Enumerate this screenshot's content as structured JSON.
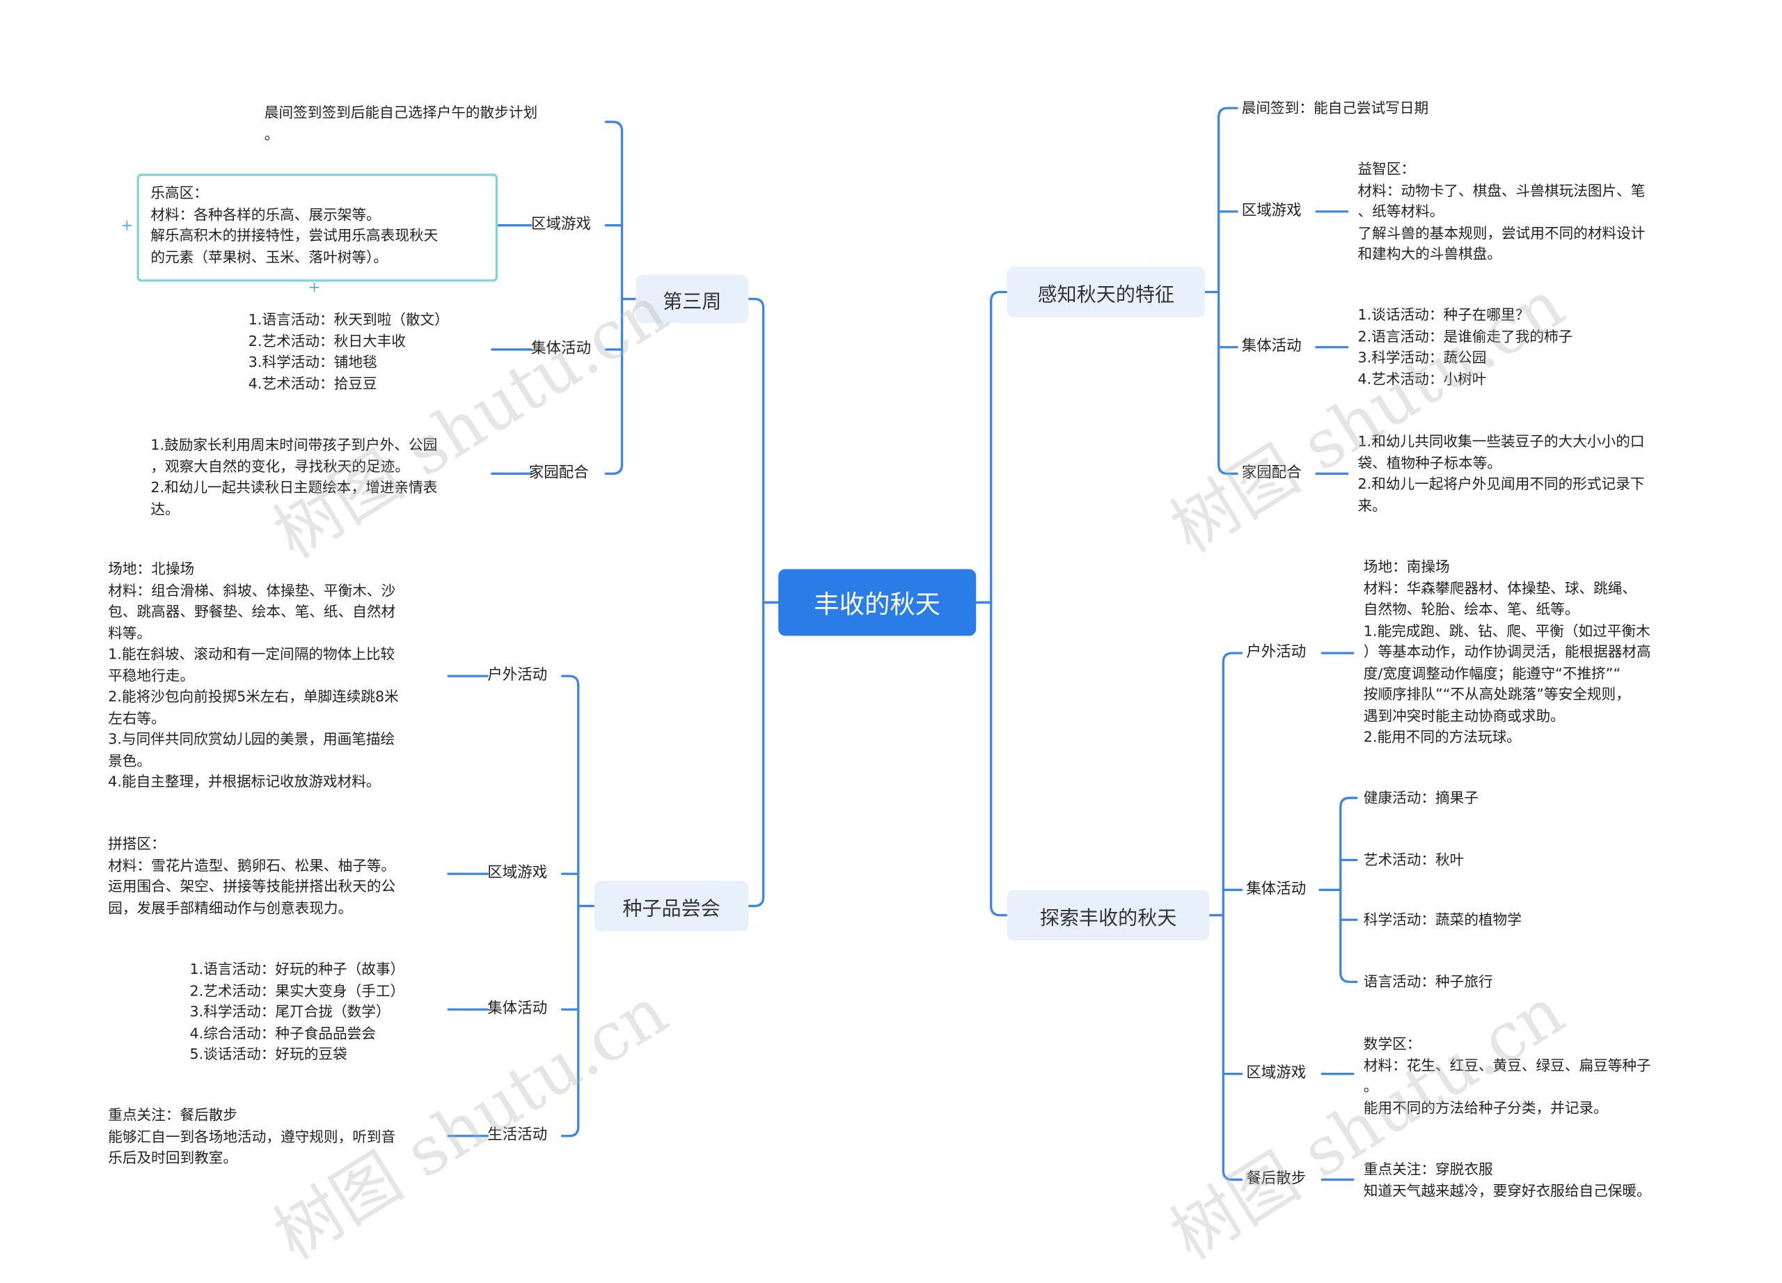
{
  "root": "丰收的秋天",
  "watermark": "树图 shutu.cn",
  "left": {
    "week3": {
      "title": "第三周",
      "items": [
        {
          "label": "",
          "text": "晨间签到签到后能自己选择户午的散步计划\n。"
        },
        {
          "label": "区域游戏",
          "text": "乐高区：\n材料：各种各样的乐高、展示架等。\n解乐高积木的拼接特性，尝试用乐高表现秋天\n的元素（苹果树、玉米、落叶树等）。"
        },
        {
          "label": "集体活动",
          "text": "1.语言活动：秋天到啦（散文）\n2.艺术活动：秋日大丰收\n3.科学活动：铺地毯\n4.艺术活动：拾豆豆"
        },
        {
          "label": "家园配合",
          "text": "1.鼓励家长利用周末时间带孩子到户外、公园\n，观察大自然的变化，寻找秋天的足迹。\n2.和幼儿一起共读秋日主题绘本，增进亲情表\n达。"
        }
      ]
    },
    "seeds": {
      "title": "种子品尝会",
      "items": [
        {
          "label": "户外活动",
          "text": "场地：北操场\n材料：组合滑梯、斜坡、体操垫、平衡木、沙\n包、跳高器、野餐垫、绘本、笔、纸、自然材\n料等。\n1.能在斜坡、滚动和有一定间隔的物体上比较\n平稳地行走。\n2.能将沙包向前投掷5米左右，单脚连续跳8米\n左右等。\n3.与同伴共同欣赏幼儿园的美景，用画笔描绘\n景色。\n4.能自主整理，并根据标记收放游戏材料。"
        },
        {
          "label": "区域游戏",
          "text": "拼搭区：\n材料：雪花片造型、鹅卵石、松果、柚子等。\n运用围合、架空、拼接等技能拼搭出秋天的公\n园，发展手部精细动作与创意表现力。"
        },
        {
          "label": "集体活动",
          "text": "1.语言活动：好玩的种子（故事）\n2.艺术活动：果实大变身（手工）\n3.科学活动：尾丌合拢（数学）\n4.综合活动：种子食品品尝会\n5.谈话活动：好玩的豆袋"
        },
        {
          "label": "生活活动",
          "text": "重点关注：餐后散步\n能够汇自一到各场地活动，遵守规则，听到音\n乐后及时回到教室。"
        }
      ]
    }
  },
  "right": {
    "features": {
      "title": "感知秋天的特征",
      "items": [
        {
          "label": "",
          "text": "晨间签到：能自己尝试写日期"
        },
        {
          "label": "区域游戏",
          "text": "益智区：\n材料：动物卡了、棋盘、斗兽棋玩法图片、笔\n、纸等材料。\n了解斗兽的基本规则，尝试用不同的材料设计\n和建构大的斗兽棋盘。"
        },
        {
          "label": "集体活动",
          "text": "1.谈话活动：种子在哪里？\n2.语言活动：是谁偷走了我的柿子\n3.科学活动：蔬公园\n4.艺术活动：小树叶"
        },
        {
          "label": "家园配合",
          "text": "1.和幼儿共同收集一些装豆子的大大小小的口\n袋、植物种子标本等。\n2.和幼儿一起将户外见闻用不同的形式记录下\n来。"
        }
      ]
    },
    "explore": {
      "title": "探索丰收的秋天",
      "items": [
        {
          "label": "户外活动",
          "text": "场地：南操场\n材料：华森攀爬器材、体操垫、球、跳绳、\n自然物、轮胎、绘本、笔、纸等。\n1.能完成跑、跳、钻、爬、平衡（如过平衡木\n）等基本动作，动作协调灵活，能根据器材高\n度/宽度调整动作幅度；能遵守“不推挤”“\n按顺序排队”“不从高处跳落”等安全规则，\n遇到冲突时能主动协商或求助。\n2.能用不同的方法玩球。"
        },
        {
          "label": "集体活动",
          "subs": [
            "健康活动：摘果子",
            "艺术活动：秋叶",
            "科学活动：蔬菜的植物学",
            "语言活动：种子旅行"
          ]
        },
        {
          "label": "区域游戏",
          "text": "数学区：\n材料：花生、红豆、黄豆、绿豆、扁豆等种子\n。\n能用不同的方法给种子分类，并记录。"
        },
        {
          "label": "餐后散步",
          "text": "重点关注：穿脱衣服\n知道天气越来越冷，要穿好衣服给自己保暖。"
        }
      ]
    }
  }
}
